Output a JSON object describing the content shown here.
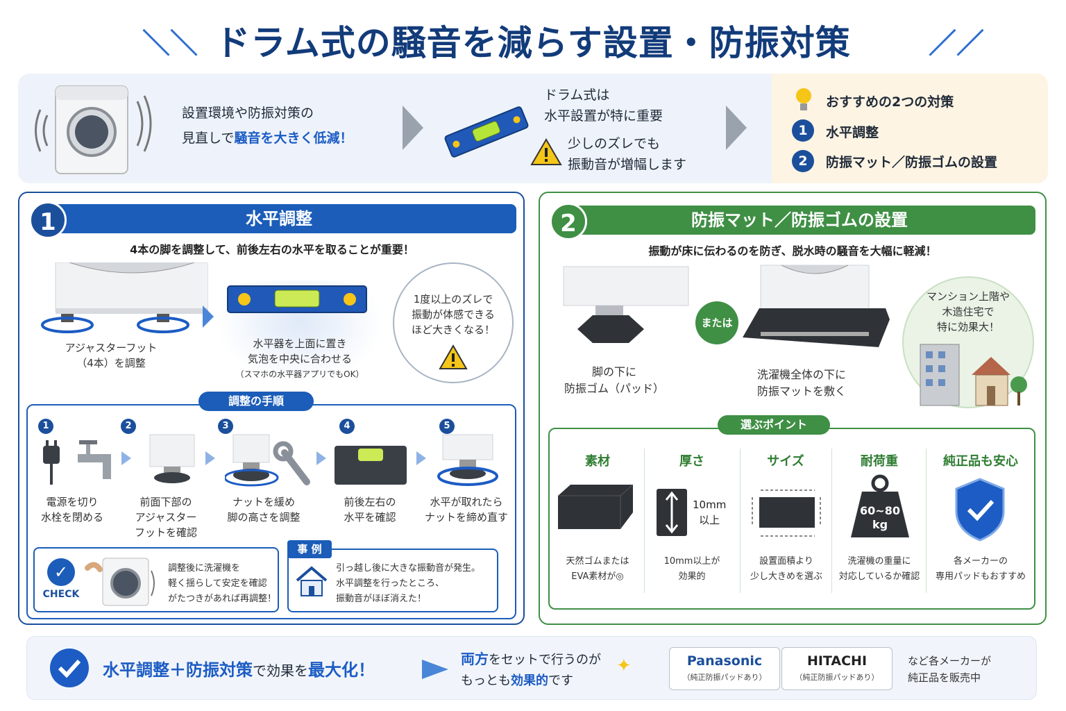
{
  "title": "ドラム式の騒音を減らす設置・防振対策",
  "intro": {
    "line1": "設置環境や防振対策の",
    "line2_pre": "見直しで",
    "line2_em": "騒音を大きく低減！",
    "level_title1": "ドラム式は",
    "level_title2": "水平設置が特に重要",
    "warn1": "少しのズレでも",
    "warn2": "振動音が増幅します",
    "tips_title": "おすすめの2つの対策",
    "tip1_num": "1",
    "tip1": "水平調整",
    "tip2_num": "2",
    "tip2": "防振マット／防振ゴムの設置"
  },
  "left": {
    "num": "1",
    "header": "水平調整",
    "subtitle": "4本の脚を調整して、前後左右の水平を取ることが重要！",
    "foot_cap1": "アジャスターフット",
    "foot_cap2": "（4本）を調整",
    "level_cap1": "水平器を上面に置き",
    "level_cap2": "気泡を中央に合わせる",
    "level_cap3": "（スマホの水平器アプリでもOK）",
    "circle1": "1度以上のズレで",
    "circle2": "振動が体感できる",
    "circle3": "ほど大きくなる！",
    "steps_title": "調整の手順",
    "steps": [
      {
        "n": "1",
        "l1": "電源を切り",
        "l2": "水栓を閉める",
        "l3": ""
      },
      {
        "n": "2",
        "l1": "前面下部の",
        "l2": "アジャスター",
        "l3": "フットを確認"
      },
      {
        "n": "3",
        "l1": "ナットを緩め",
        "l2": "脚の高さを調整",
        "l3": ""
      },
      {
        "n": "4",
        "l1": "前後左右の",
        "l2": "水平を確認",
        "l3": ""
      },
      {
        "n": "5",
        "l1": "水平が取れたら",
        "l2": "ナットを締め直す",
        "l3": ""
      }
    ],
    "check_label": "CHECK",
    "check1": "調整後に洗濯機を",
    "check2": "軽く揺らして安定を確認",
    "check3": "がたつきがあれば再調整！",
    "case_label": "事 例",
    "case1": "引っ越し後に大きな振動音が発生。",
    "case2": "水平調整を行ったところ、",
    "case3": "振動音がほぼ消えた！"
  },
  "right": {
    "num": "2",
    "header": "防振マット／防振ゴムの設置",
    "subtitle": "振動が床に伝わるのを防ぎ、脱水時の騒音を大幅に軽減！",
    "or": "または",
    "pad_cap1": "脚の下に",
    "pad_cap2": "防振ゴム（パッド）",
    "mat_cap1": "洗濯機全体の下に",
    "mat_cap2": "防振マットを敷く",
    "circle1": "マンション上階や",
    "circle2": "木造住宅で",
    "circle3": "特に効果大！",
    "points_title": "選ぶポイント",
    "points": [
      {
        "t": "素材",
        "c1": "天然ゴムまたは",
        "c2": "EVA素材が◎"
      },
      {
        "t": "厚さ",
        "c1": "10mm以上が",
        "c2": "効果的"
      },
      {
        "t": "サイズ",
        "c1": "設置面積より",
        "c2": "少し大きめを選ぶ"
      },
      {
        "t": "耐荷重",
        "c1": "洗濯機の重量に",
        "c2": "対応しているか確認"
      },
      {
        "t": "純正品も安心",
        "c1": "各メーカーの",
        "c2": "専用パッドもおすすめ"
      }
    ],
    "thick1": "10mm",
    "thick2": "以上",
    "weight1": "60~80",
    "weight2": "kg"
  },
  "footer": {
    "t_blue1": "水平調整＋防振対策",
    "t_mid": "で効果を",
    "t_blue2": "最大化！",
    "m_blue1": "両方",
    "m_1": "をセットで行うのが",
    "m_2": "もっとも",
    "m_blue2": "効果的",
    "m_3": "です",
    "brand1": "Panasonic",
    "brand1_sub": "（純正防振パッドあり）",
    "brand2": "HITACHI",
    "brand2_sub": "（純正防振パッドあり）",
    "note1": "など各メーカーが",
    "note2": "純正品を販売中"
  },
  "colors": {
    "navy": "#123b7a",
    "blue": "#1c5cc4",
    "green": "#3f8f45",
    "yellow": "#f5c518"
  }
}
